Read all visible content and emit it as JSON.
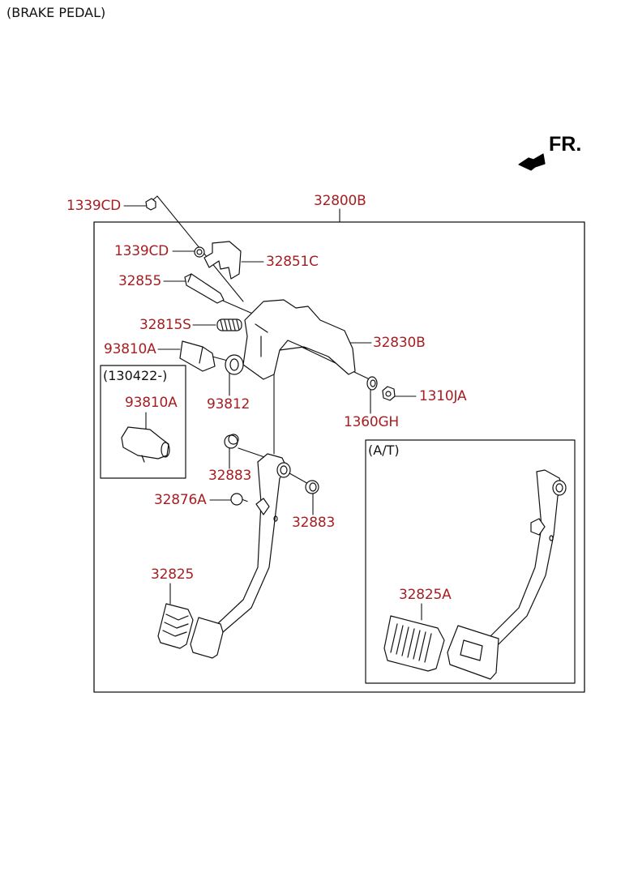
{
  "title": "(BRAKE PEDAL)",
  "direction_indicator": {
    "label": "FR.",
    "icon": "front-direction-arrow-icon"
  },
  "label_color": "#a51e22",
  "assembly": {
    "part_number": "32800B"
  },
  "parts": {
    "bolt_top": "1339CD",
    "bolt_bracket": "1339CD",
    "bracket": "32851C",
    "shaft_bolt": "32855",
    "spring": "32815S",
    "stop_lamp_switch": "93810A",
    "switch_clip": "93812",
    "pedal_bracket": "32830B",
    "washer": "1360GH",
    "nut": "1310JA",
    "bushing_left": "32883",
    "bushing_right": "32883",
    "stopper": "32876A",
    "pedal_pad": "32825"
  },
  "inset_variant": {
    "caption": "(130422-)",
    "part_number": "93810A"
  },
  "inset_at": {
    "caption": "(A/T)",
    "part_number": "32825A"
  }
}
